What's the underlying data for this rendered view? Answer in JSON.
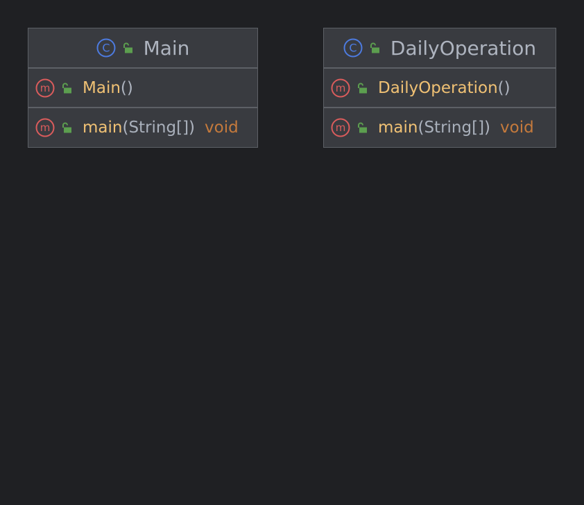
{
  "colors": {
    "background": "#1f2023",
    "class_fill": "#393b40",
    "class_border": "#5d6066",
    "class_name_text": "#aeb4bf",
    "method_name": "#f0c174",
    "return_type": "#c57a3c",
    "class_icon_blue": "#4d7be0",
    "method_icon_red": "#db5c5c",
    "public_icon_green": "#5c9e4f"
  },
  "classes": [
    {
      "name": "Main",
      "kind_icon": "class-icon",
      "visibility_icon": "public-lock-icon",
      "members": [
        {
          "kind_icon": "method-icon",
          "visibility_icon": "public-lock-icon",
          "name": "Main",
          "open_paren": "(",
          "params": "",
          "close_paren": ")",
          "return_type": ""
        },
        {
          "kind_icon": "method-icon",
          "visibility_icon": "public-lock-icon",
          "name": "main",
          "open_paren": "(",
          "params": "String[]",
          "close_paren": ")",
          "return_type": "void"
        }
      ]
    },
    {
      "name": "DailyOperation",
      "kind_icon": "class-icon",
      "visibility_icon": "public-lock-icon",
      "members": [
        {
          "kind_icon": "method-icon",
          "visibility_icon": "public-lock-icon",
          "name": "DailyOperation",
          "open_paren": "(",
          "params": "",
          "close_paren": ")",
          "return_type": ""
        },
        {
          "kind_icon": "method-icon",
          "visibility_icon": "public-lock-icon",
          "name": "main",
          "open_paren": "(",
          "params": "String[]",
          "close_paren": ")",
          "return_type": "void"
        }
      ]
    }
  ]
}
